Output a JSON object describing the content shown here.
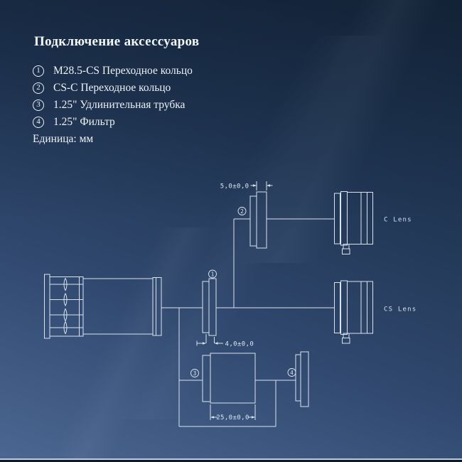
{
  "page": {
    "title": "Подключение аксессуаров",
    "unit_note": "Единица: мм",
    "items": [
      {
        "num": "1",
        "label": "M28.5-CS Переходное кольцо"
      },
      {
        "num": "2",
        "label": "CS-C Переходное кольцо"
      },
      {
        "num": "3",
        "label": "1.25\" Удлинительная трубка"
      },
      {
        "num": "4",
        "label": "1.25\" Фильтр"
      }
    ]
  },
  "diagram": {
    "dims": {
      "ring2_width": "5,0±0,0",
      "ring1_width": "4,0±0,0",
      "tube_length": "25,0±0,0"
    },
    "labels": {
      "c_lens": "C Lens",
      "cs_lens": "CS Lens"
    },
    "markers": {
      "m1": "1",
      "m2": "2",
      "m3": "3",
      "m4": "4"
    },
    "colors": {
      "line": "#d9e3ef",
      "background_top": "#16293f",
      "background_bottom": "#4c6793"
    }
  }
}
